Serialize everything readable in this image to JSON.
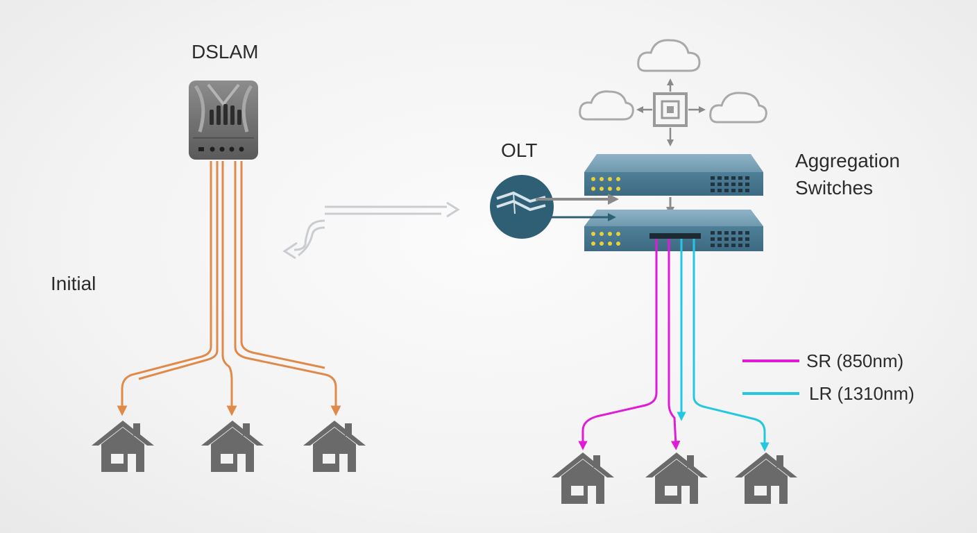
{
  "labels": {
    "dslam": "DSLAM",
    "initial": "Initial",
    "olt": "OLT",
    "aggregation_line1": "Aggregation",
    "aggregation_line2": "Switches"
  },
  "legend": [
    {
      "label": "SR (850nm)",
      "color": "#e01ad6"
    },
    {
      "label": "LR (1310nm)",
      "color": "#22c8e0"
    }
  ],
  "colors": {
    "copper": "#e08a4a",
    "device_gray": "#6e6e6e",
    "switch_blue": "#5c8ba3",
    "olt_blue": "#2f5f75",
    "port_yellow": "#e8d23a",
    "house_gray": "#6a6a6a",
    "cloud_gray": "#a9a9a9"
  },
  "icons": [
    "dslam-icon",
    "olt-icon",
    "switch-icon",
    "cloud-icon",
    "house-icon",
    "hub-icon"
  ]
}
